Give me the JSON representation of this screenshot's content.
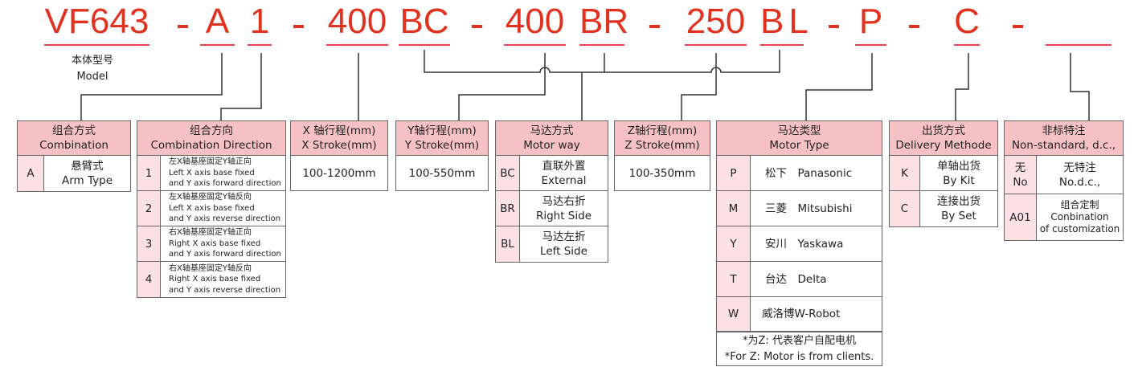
{
  "colors": {
    "code_red": "#e0321f",
    "header_pink": "#f5c1c5",
    "key_pink": "#fbe1e4"
  },
  "code": {
    "model": "VF643",
    "dash": "-",
    "combination": "A",
    "direction": "1",
    "x_stroke": "400",
    "motor_way_x": "BC",
    "y_stroke": "400",
    "motor_way_y": "BR",
    "z_stroke": "250",
    "motor_way_z": "BL",
    "motor_type": "P",
    "delivery": "C",
    "nonstandard": ""
  },
  "model_label": {
    "cn": "本体型号",
    "en": "Model"
  },
  "combination": {
    "title_cn": "组合方式",
    "title_en": "Combination",
    "rows": [
      {
        "key": "A",
        "cn": "悬臂式",
        "en": "Arm Type"
      }
    ]
  },
  "direction": {
    "title_cn": "组合方向",
    "title_en": "Combination Direction",
    "rows": [
      {
        "key": "1",
        "cn": "左X轴基座固定Y轴正向",
        "en1": "Left X axis base fixed",
        "en2": "and Y axis forward direction"
      },
      {
        "key": "2",
        "cn": "左X轴基座固定Y轴反向",
        "en1": "Left X axis base fixed",
        "en2": "and Y axis reverse direction"
      },
      {
        "key": "3",
        "cn": "右X轴基座固定Y轴正向",
        "en1": "Right X axis base fixed",
        "en2": "and Y axis forward direction"
      },
      {
        "key": "4",
        "cn": "右X轴基座固定Y轴反向",
        "en1": "Right X axis base fixed",
        "en2": "and Y axis reverse direction"
      }
    ]
  },
  "x_stroke": {
    "title_cn": "X 轴行程(mm)",
    "title_en": "X Stroke(mm)",
    "value": "100-1200mm"
  },
  "y_stroke": {
    "title_cn": "Y轴行程(mm)",
    "title_en": "Y Stroke(mm)",
    "value": "100-550mm"
  },
  "motor_way": {
    "title_cn": "马达方式",
    "title_en": "Motor way",
    "rows": [
      {
        "key": "BC",
        "cn": "直联外置",
        "en": "External"
      },
      {
        "key": "BR",
        "cn": "马达右折",
        "en": "Right Side"
      },
      {
        "key": "BL",
        "cn": "马达左折",
        "en": "Left Side"
      }
    ]
  },
  "z_stroke": {
    "title_cn": "Z轴行程(mm)",
    "title_en": "Z Stroke(mm)",
    "value": "100-350mm"
  },
  "motor_type": {
    "title_cn": "马达类型",
    "title_en": "Motor Type",
    "rows": [
      {
        "key": "P",
        "label": "松下　Panasonic"
      },
      {
        "key": "M",
        "label": "三菱　Mitsubishi"
      },
      {
        "key": "Y",
        "label": "安川　Yaskawa"
      },
      {
        "key": "T",
        "label": "台达　Delta"
      },
      {
        "key": "W",
        "label": "威洛博W-Robot"
      }
    ],
    "note_cn": "*为Z: 代表客户自配电机",
    "note_en": "*For Z: Motor is from clients."
  },
  "delivery": {
    "title_cn": "出货方式",
    "title_en": "Delivery Methode",
    "rows": [
      {
        "key": "K",
        "cn": "单轴出货",
        "en": "By Kit"
      },
      {
        "key": "C",
        "cn": "连接出货",
        "en": "By Set"
      }
    ]
  },
  "nonstandard": {
    "title_cn": "非标特注",
    "title_en": "Non-standard, d.c.,",
    "rows": [
      {
        "key_cn": "无",
        "key_en": "No",
        "cn": "无特注",
        "en": "No.d.c.,"
      },
      {
        "key": "A01",
        "cn": "组合定制",
        "en1": "Conbination",
        "en2": "of customization"
      }
    ]
  }
}
